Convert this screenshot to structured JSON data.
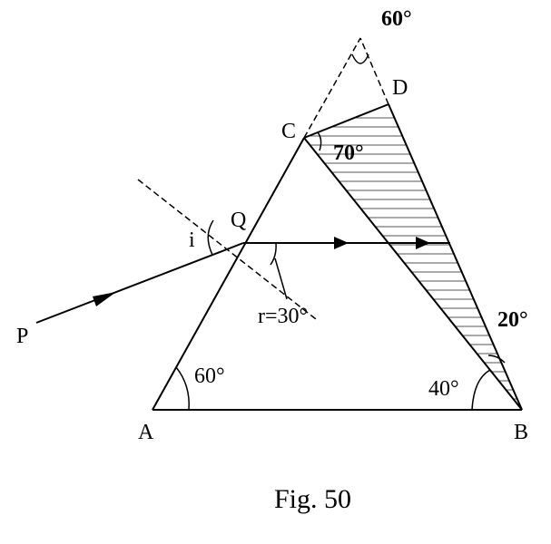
{
  "points": {
    "A": "A",
    "B": "B",
    "C": "C",
    "D": "D",
    "P": "P",
    "Q": "Q"
  },
  "angles": {
    "apex": "60°",
    "at_c": "70°",
    "at_b_upper": "20°",
    "at_a": "60°",
    "at_b": "40°",
    "incidence": "i",
    "refraction": "r=30°"
  },
  "caption": "Fig. 50",
  "colors": {
    "ink": "#000000",
    "hatch": "#555555",
    "background": "#ffffff"
  }
}
